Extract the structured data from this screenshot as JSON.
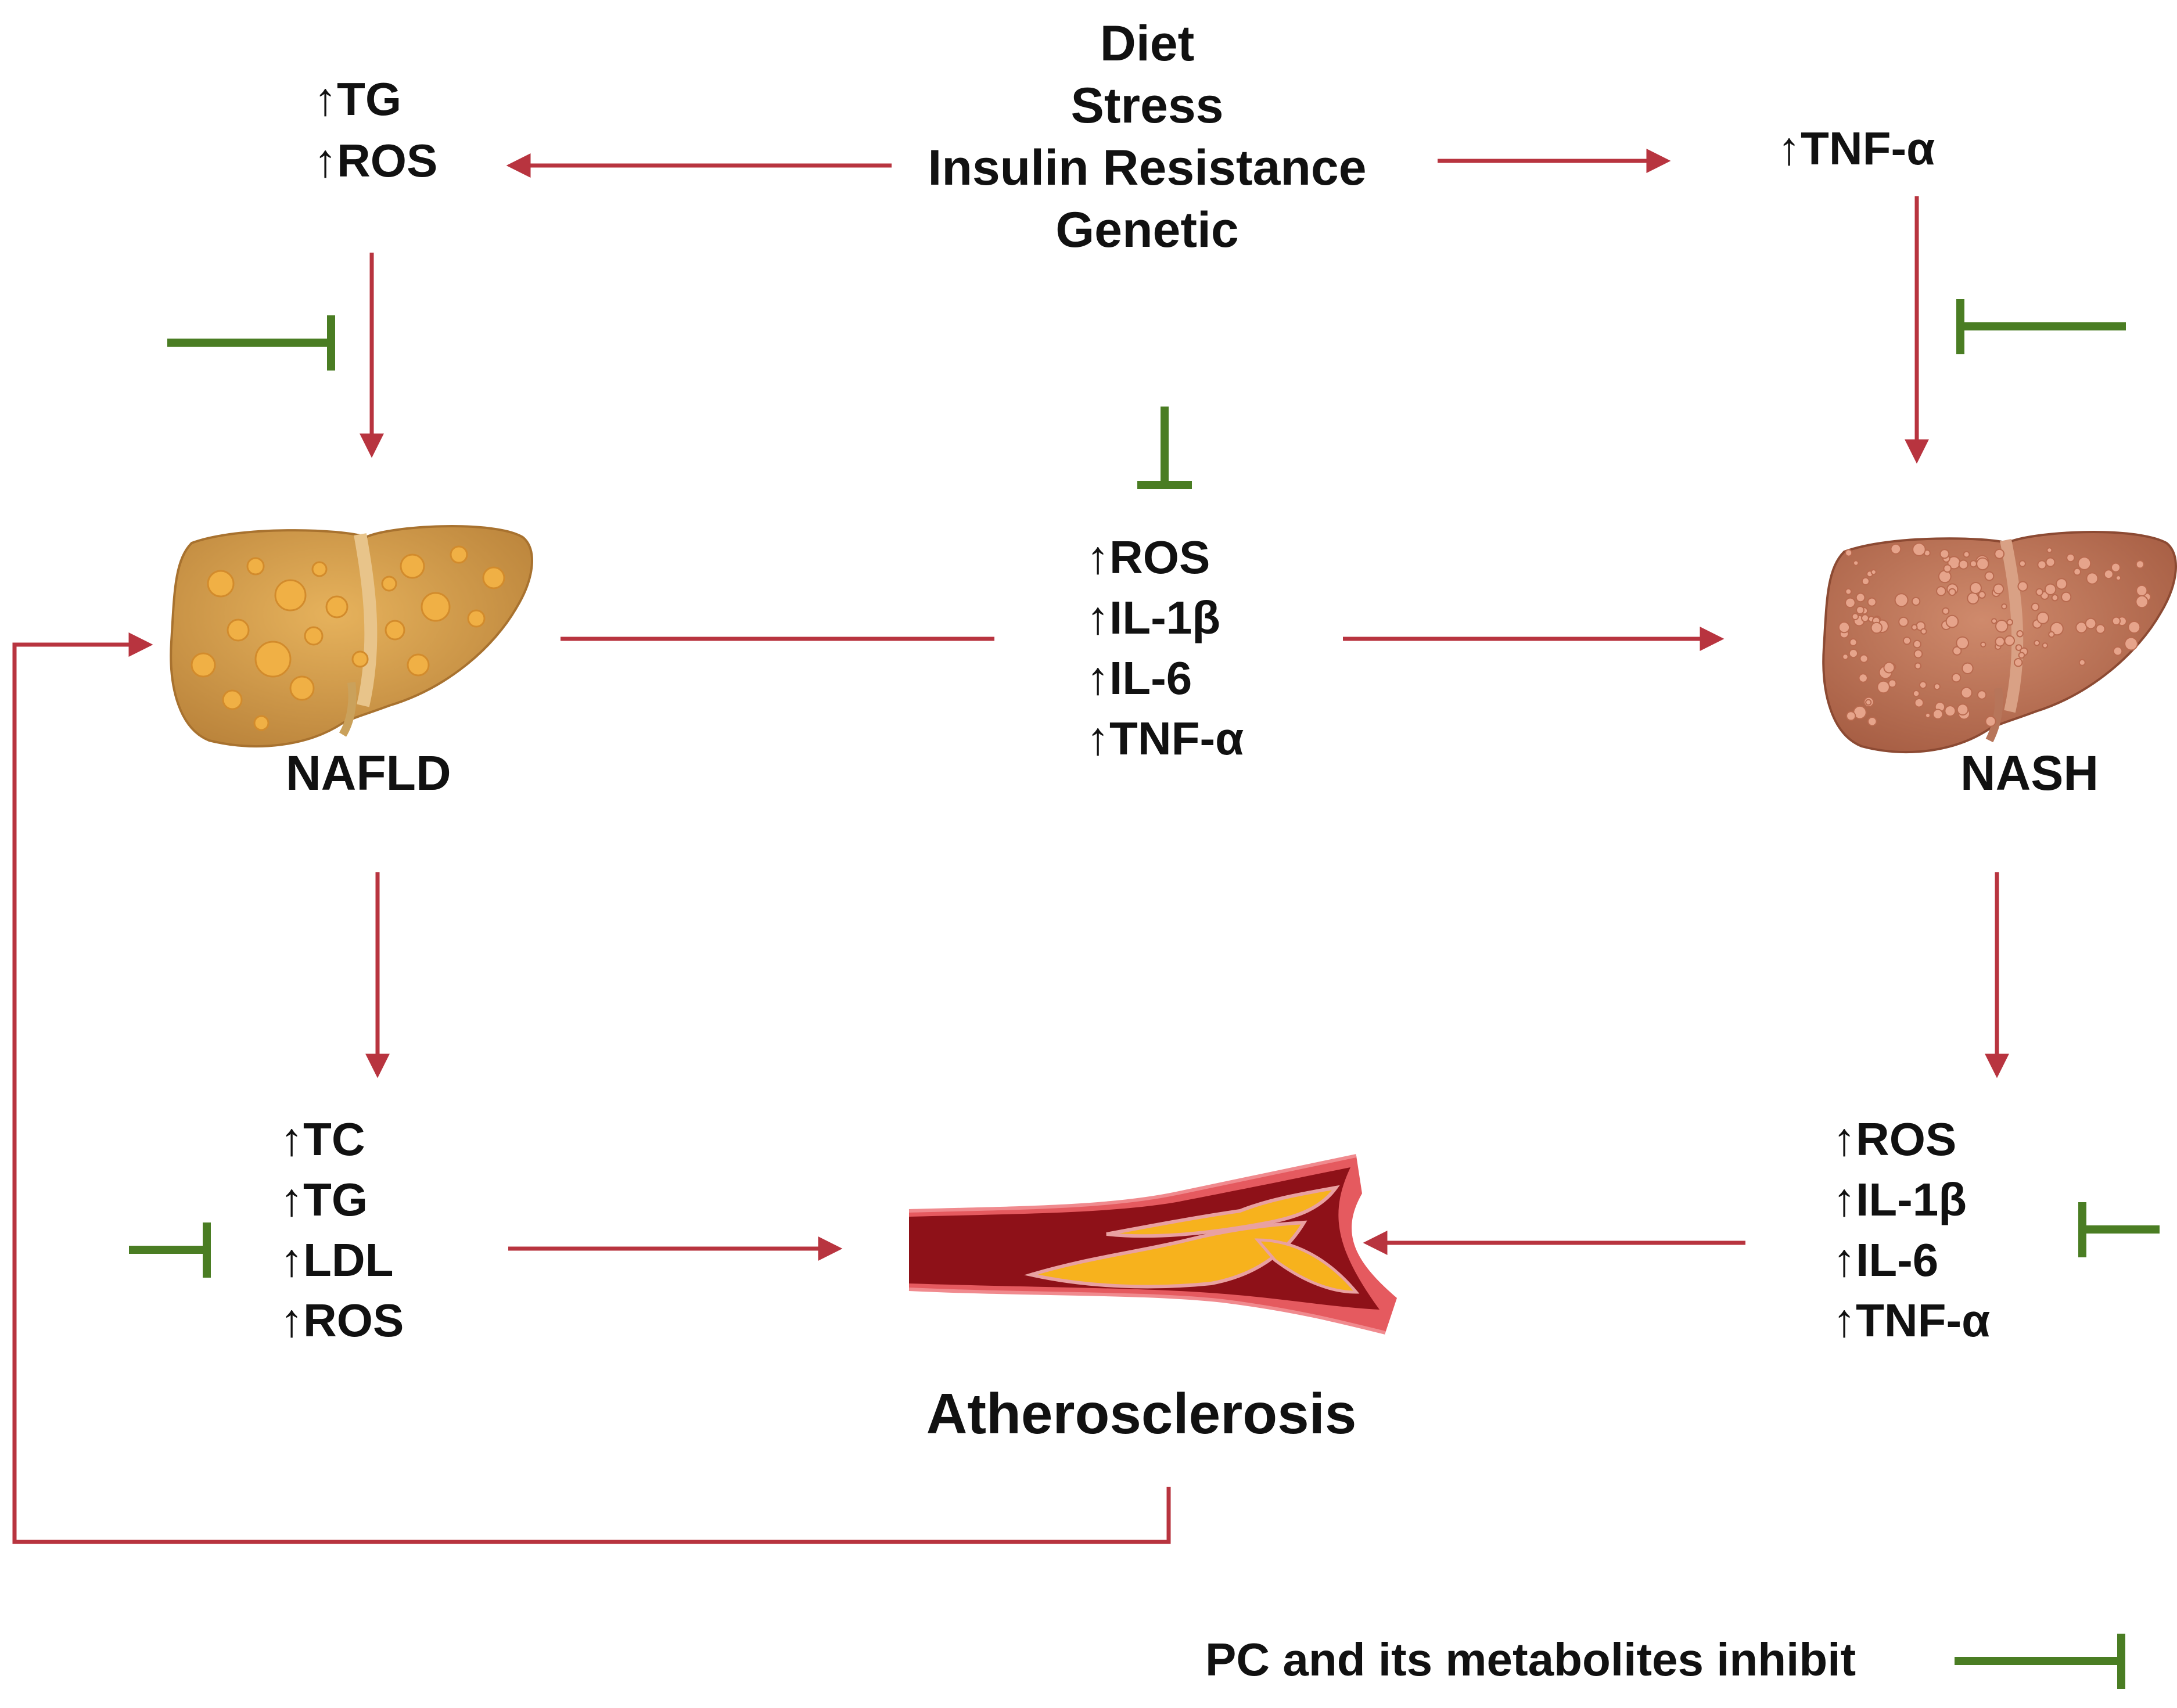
{
  "causes": [
    "Diet",
    "Stress",
    "Insulin Resistance",
    "Genetic"
  ],
  "top_left_markers": [
    "↑TG",
    "↑ROS"
  ],
  "top_right_marker": "↑TNF-α",
  "middle_markers": [
    "↑ROS",
    "↑IL-1β",
    "↑IL-6",
    "↑TNF-α"
  ],
  "nafld": {
    "label": "NAFLD",
    "icon": "fatty-liver-icon"
  },
  "nash": {
    "label": "NASH",
    "icon": "inflamed-liver-icon"
  },
  "bottom_left_markers": [
    "↑TC",
    "↑TG",
    "↑LDL",
    "↑ROS"
  ],
  "bottom_right_markers": [
    "↑ROS",
    "↑IL-1β",
    "↑IL-6",
    "↑TNF-α"
  ],
  "atherosclerosis": {
    "label": "Atherosclerosis",
    "icon": "plaque-artery-icon"
  },
  "legend": {
    "label": "PC and its metabolites inhibit",
    "icon": "inhibition-bar-icon"
  },
  "colors": {
    "activation_arrow": "#b8343f",
    "inhibition": "#4a7d23",
    "text": "#111111",
    "liver_fatty": "#d39a45",
    "liver_inflamed": "#c07559",
    "artery_wall": "#d8333b",
    "artery_lumen": "#8e1118",
    "plaque": "#f7b21d"
  }
}
